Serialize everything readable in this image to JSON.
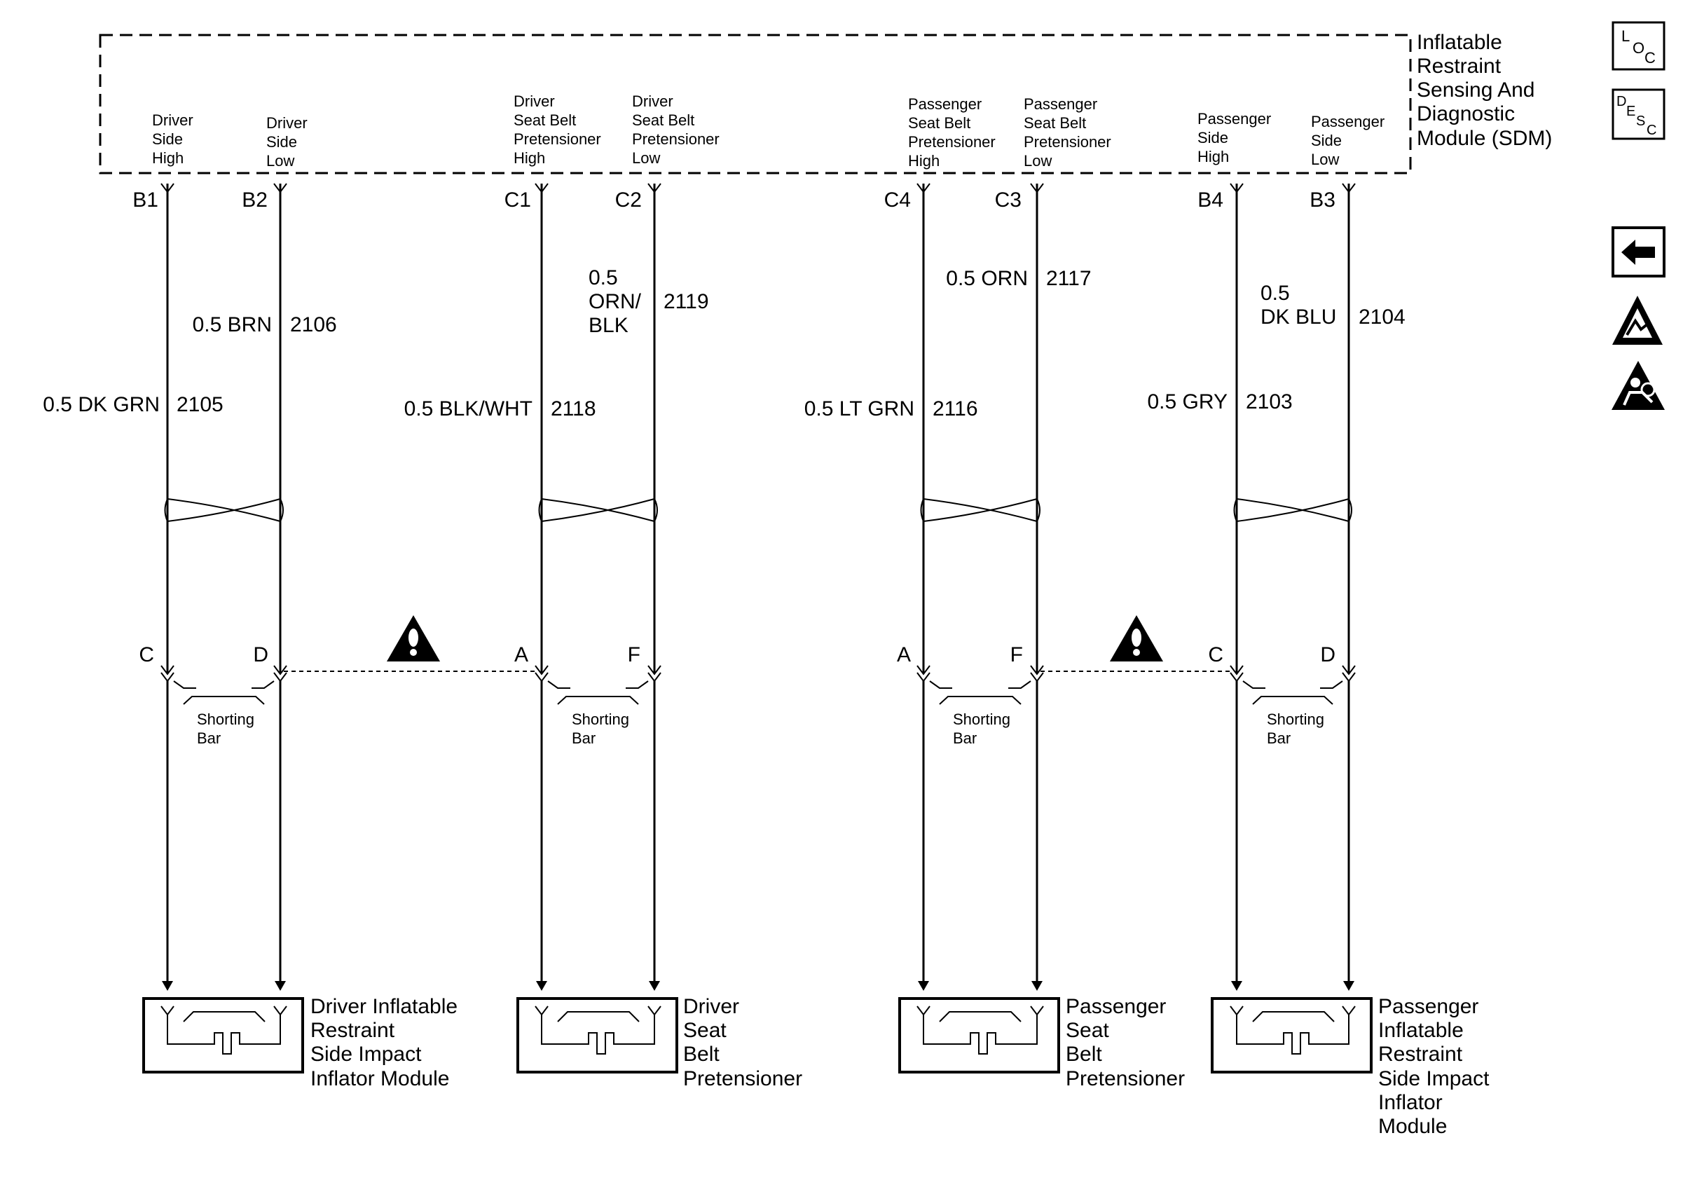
{
  "module": {
    "name_lines": [
      "Inflatable",
      "Restraint",
      "Sensing And",
      "Diagnostic",
      "Module (SDM)"
    ]
  },
  "pins": [
    {
      "label_lines": [
        "Driver",
        "Side",
        "High"
      ],
      "pin": "B1",
      "bottom": "C"
    },
    {
      "label_lines": [
        "Driver",
        "Side",
        "Low"
      ],
      "pin": "B2",
      "bottom": "D"
    },
    {
      "label_lines": [
        "Driver",
        "Seat Belt",
        "Pretensioner",
        "High"
      ],
      "pin": "C1",
      "bottom": "A"
    },
    {
      "label_lines": [
        "Driver",
        "Seat Belt",
        "Pretensioner",
        "Low"
      ],
      "pin": "C2",
      "bottom": "F"
    },
    {
      "label_lines": [
        "Passenger",
        "Seat Belt",
        "Pretensioner",
        "High"
      ],
      "pin": "C4",
      "bottom": "A"
    },
    {
      "label_lines": [
        "Passenger",
        "Seat Belt",
        "Pretensioner",
        "Low"
      ],
      "pin": "C3",
      "bottom": "F"
    },
    {
      "label_lines": [
        "Passenger",
        "Side",
        "High"
      ],
      "pin": "B4",
      "bottom": "C"
    },
    {
      "label_lines": [
        "Passenger",
        "Side",
        "Low"
      ],
      "pin": "B3",
      "bottom": "D"
    }
  ],
  "wires": [
    {
      "color": "0.5 DK GRN",
      "circuit": "2105"
    },
    {
      "color": "0.5 BRN",
      "circuit": "2106"
    },
    {
      "color": "0.5 BLK/WHT",
      "circuit": "2118"
    },
    {
      "color_lines": [
        "0.5",
        "ORN/",
        "BLK"
      ],
      "circuit": "2119"
    },
    {
      "color": "0.5 LT GRN",
      "circuit": "2116"
    },
    {
      "color": "0.5 ORN",
      "circuit": "2117"
    },
    {
      "color": "0.5 GRY",
      "circuit": "2103"
    },
    {
      "color_lines": [
        "0.5",
        "DK BLU"
      ],
      "circuit": "2104"
    }
  ],
  "shorting_bar_lines": [
    "Shorting",
    "Bar"
  ],
  "components": [
    {
      "name_lines": [
        "Driver Inflatable",
        "Restraint",
        "Side Impact",
        "Inflator Module"
      ]
    },
    {
      "name_lines": [
        "Driver",
        "Seat",
        "Belt",
        "Pretensioner"
      ]
    },
    {
      "name_lines": [
        "Passenger",
        "Seat",
        "Belt",
        "Pretensioner"
      ]
    },
    {
      "name_lines": [
        "Passenger",
        "Inflatable",
        "Restraint",
        "Side Impact",
        "Inflator",
        "Module"
      ]
    }
  ],
  "side_icons": {
    "loc": {
      "letters": [
        "L",
        "O",
        "C"
      ],
      "icon": "location-icon"
    },
    "desc": {
      "letters": [
        "D",
        "E",
        "S",
        "C"
      ],
      "icon": "description-icon"
    },
    "back": {
      "icon": "back-arrow-icon"
    },
    "esd": {
      "icon": "esd-warning-icon"
    },
    "airbag": {
      "icon": "airbag-warning-icon"
    }
  }
}
